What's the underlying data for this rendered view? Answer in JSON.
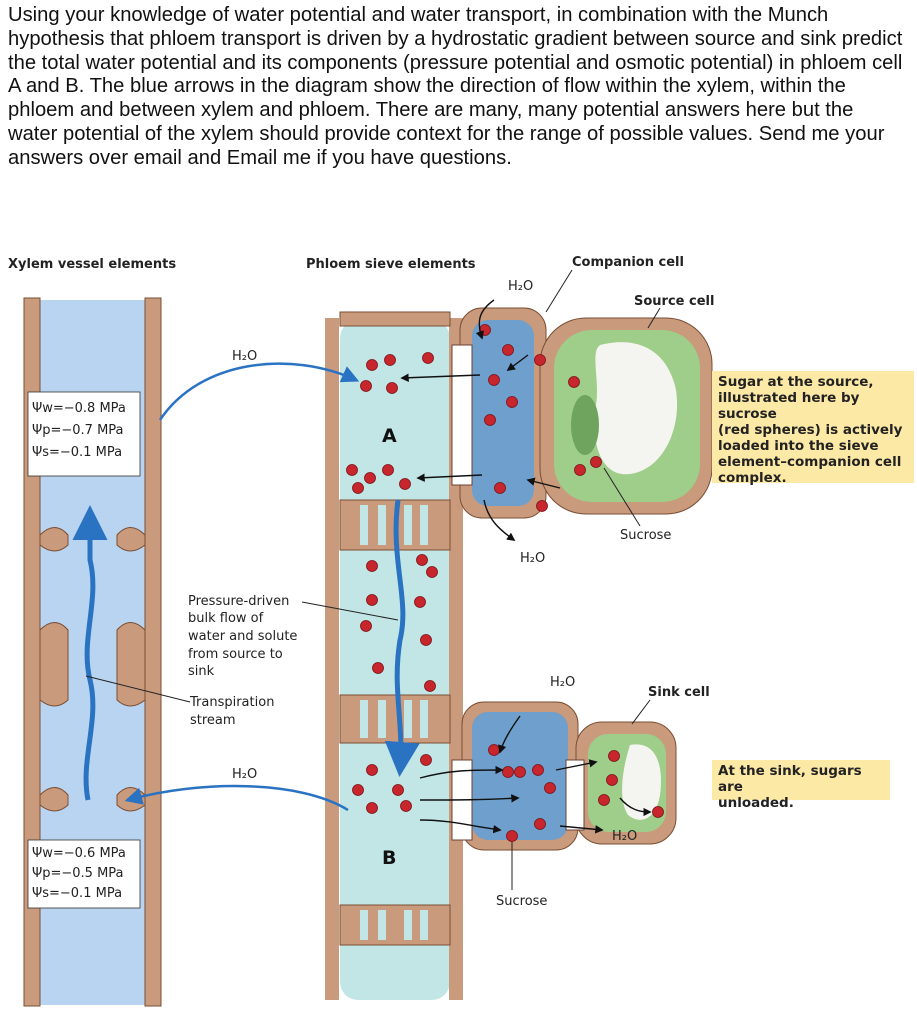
{
  "question": "Using your knowledge of water potential and water transport, in combination with the Munch hypothesis that phloem transport is driven by a hydrostatic gradient between source and sink predict the total water potential and its components (pressure potential and osmotic potential) in phloem cell A and B.  The blue arrows in the diagram show the direction of flow within the xylem, within the phloem and between xylem and phloem. There are many, many potential answers here but the water potential of the xylem should provide context for the range of possible values.  Send me your answers over email and Email me if you have questions.",
  "diagram": {
    "headers": {
      "xylem": "Xylem vessel elements",
      "phloem": "Phloem sieve elements",
      "companion": "Companion cell",
      "source": "Source cell",
      "sink": "Sink cell"
    },
    "water": "H₂O",
    "sucrose": "Sucrose",
    "cell_a": "A",
    "cell_b": "B",
    "xylem_top": {
      "w": "Ψw=−0.8 MPa",
      "p": "Ψp=−0.7 MPa",
      "s": "Ψs=−0.1 MPa"
    },
    "xylem_bottom": {
      "w": "Ψw=−0.6 MPa",
      "p": "Ψp=−0.5 MPa",
      "s": "Ψs=−0.1 MPa"
    },
    "bulk_flow": [
      "Pressure-driven",
      "bulk flow of",
      "water and solute",
      "from source to",
      "sink"
    ],
    "transpiration": [
      "Transpiration",
      "stream"
    ],
    "source_note": [
      "Sugar at the source,",
      "illustrated here by sucrose",
      "(red spheres) is actively",
      "loaded into the sieve",
      "element–companion cell",
      "complex."
    ],
    "sink_note": [
      "At the sink, sugars are",
      "unloaded."
    ]
  },
  "colors": {
    "xylem_fill": "#b9d4f0",
    "wall": "#c99a7c",
    "phloem_fill": "#c2e6e6",
    "companion_fill": "#6f9fcc",
    "source_fill": "#9fcd8a",
    "arrow_blue": "#2a73c3",
    "sucrose_red": "#c8262d",
    "note_bg": "#fce9a6"
  }
}
